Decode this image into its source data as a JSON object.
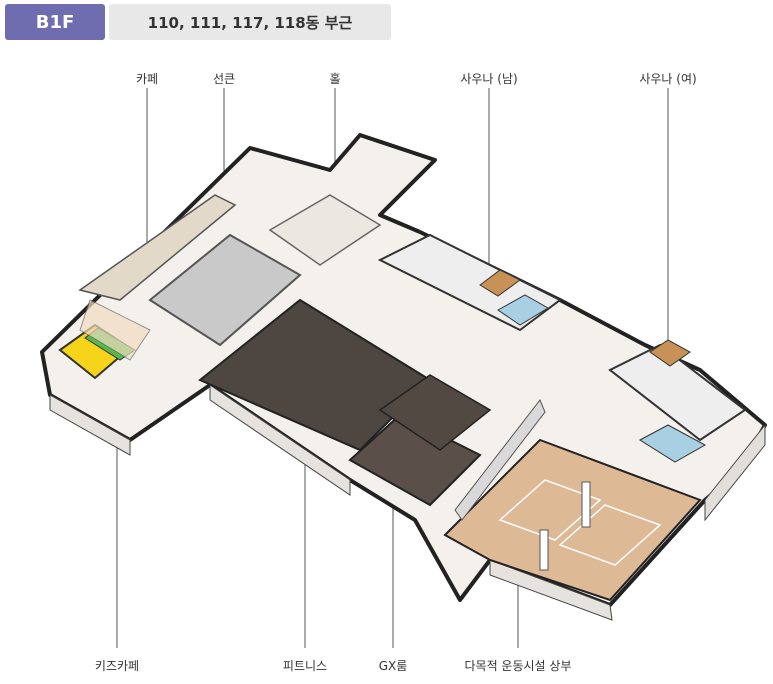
{
  "header": {
    "floor": "B1F",
    "buildings": "110, 111, 117, 118동 부근"
  },
  "labels": {
    "cafe": "카페",
    "sunken": "선큰",
    "hall": "홀",
    "sauna_men": "사우나 (남)",
    "sauna_women": "사우나 (여)",
    "kids_cafe": "키즈카페",
    "fitness": "피트니스",
    "gx_room": "GX룸",
    "multipurpose_upper": "다목적 운동시설 상부"
  }
}
